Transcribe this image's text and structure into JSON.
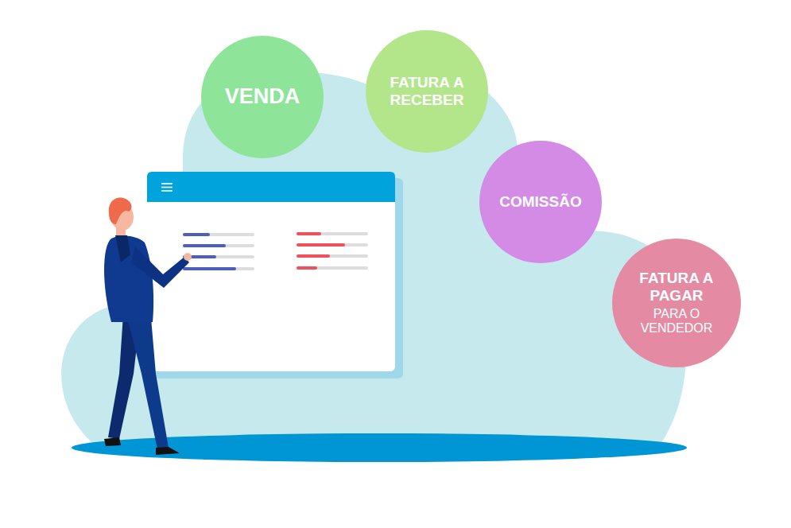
{
  "diagram": {
    "nodes": [
      {
        "text": [
          "VENDA"
        ]
      },
      {
        "text": [
          "FATURA A RECEBER"
        ]
      },
      {
        "text": [
          "COMISSÃO"
        ]
      },
      {
        "text": [
          "FATURA A PAGAR",
          "PARA O VENDEDOR"
        ]
      }
    ]
  }
}
